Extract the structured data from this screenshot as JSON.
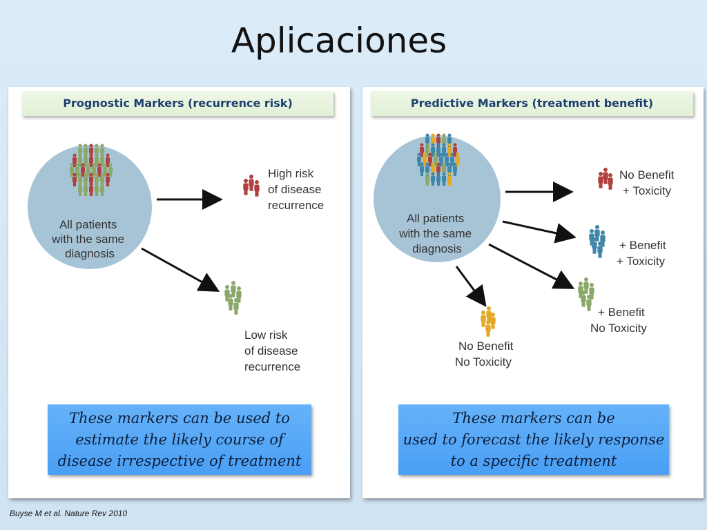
{
  "title": "Aplicaciones",
  "left": {
    "header": "Prognostic Markers (recurrence risk)",
    "circle_label": [
      "All patients",
      "with the same",
      "diagnosis"
    ],
    "high_label": [
      "High risk",
      "of disease",
      "recurrence"
    ],
    "low_label": [
      "Low risk",
      "of disease",
      "recurrence"
    ],
    "note": [
      "These markers can be used to",
      "estimate the likely course of",
      "disease irrespective of treatment"
    ]
  },
  "right": {
    "header": "Predictive Markers (treatment benefit)",
    "circle_label": [
      "All patients",
      "with the same",
      "diagnosis"
    ],
    "out1_label": [
      "No Benefit",
      "+ Toxicity"
    ],
    "out2_label": [
      "+ Benefit",
      "+ Toxicity"
    ],
    "out3_label": [
      "+ Benefit",
      "No Toxicity"
    ],
    "out4_label": [
      "No Benefit",
      "No Toxicity"
    ],
    "note": [
      "These markers can be",
      "used to forecast the likely response",
      "to a specific treatment"
    ]
  },
  "citation": "Buyse M et al. Nature Rev 2010",
  "colors": {
    "red": "#b0413e",
    "green": "#8aa86a",
    "blue": "#3f86a8",
    "yellow": "#e3a825",
    "circle": "#a7c4d6"
  }
}
